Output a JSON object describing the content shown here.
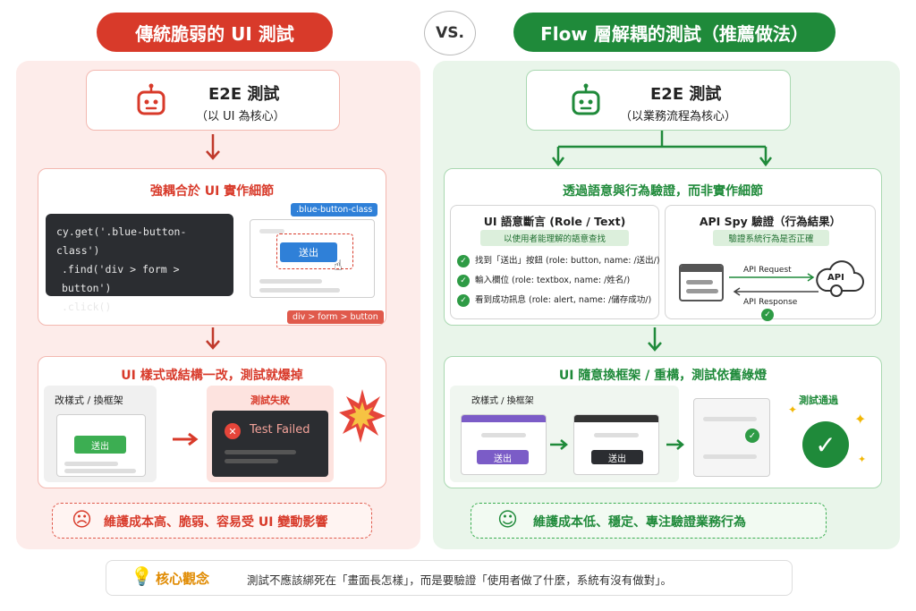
{
  "header": {
    "left_title": "傳統脆弱的 UI 測試",
    "vs": "VS.",
    "right_title": "Flow 層解耦的測試（推薦做法）"
  },
  "left": {
    "e2e_title": "E2E 測試",
    "e2e_sub": "（以 UI 為核心）",
    "section1_title": "強耦合於 UI 實作細節",
    "code": [
      "cy.get('.blue-button-class')",
      ".find('div > form > button')",
      ".click()"
    ],
    "tag_class": ".blue-button-class",
    "tag_selector": "div > form > button",
    "btn_label": "送出",
    "section2_title": "UI 樣式或結構一改，測試就爆掉",
    "change_label": "改樣式 / 換框架",
    "fail_label": "測試失敗",
    "fail_text": "Test Failed",
    "btn2_label": "送出",
    "bottom": "維護成本高、脆弱、容易受 UI 變動影響"
  },
  "right": {
    "e2e_title": "E2E 測試",
    "e2e_sub": "（以業務流程為核心）",
    "section1_title": "透過語意與行為驗證，而非實作細節",
    "sem_title": "UI 語意斷言 (Role / Text)",
    "sem_sub": "以使用者能理解的語意查找",
    "sem_items": [
      "找到「送出」按鈕 (role: button, name: /送出/)",
      "輸入欄位 (role: textbox, name: /姓名/)",
      "看到成功訊息 (role: alert, name: /儲存成功/)"
    ],
    "api_title": "API Spy 驗證（行為結果）",
    "api_sub": "驗證系統行為是否正確",
    "api_request": "API Request",
    "api_response": "API Response",
    "api_label": "API",
    "section2_title": "UI 隨意換框架 / 重構，測試依舊綠燈",
    "change_label": "改樣式 / 換框架",
    "pass_label": "測試通過",
    "btn_a": "送出",
    "btn_b": "送出",
    "bottom": "維護成本低、穩定、專注驗證業務行為"
  },
  "footer": {
    "label": "核心觀念",
    "text": "測試不應該綁死在「畫面長怎樣」，而是要驗證「使用者做了什麼，系統有沒有做對」。"
  },
  "colors": {
    "red": "#d83a2a",
    "green": "#1f8a3a",
    "left_bg": "#fdecea",
    "right_bg": "#e9f5ea",
    "blue": "#2f80d8"
  }
}
